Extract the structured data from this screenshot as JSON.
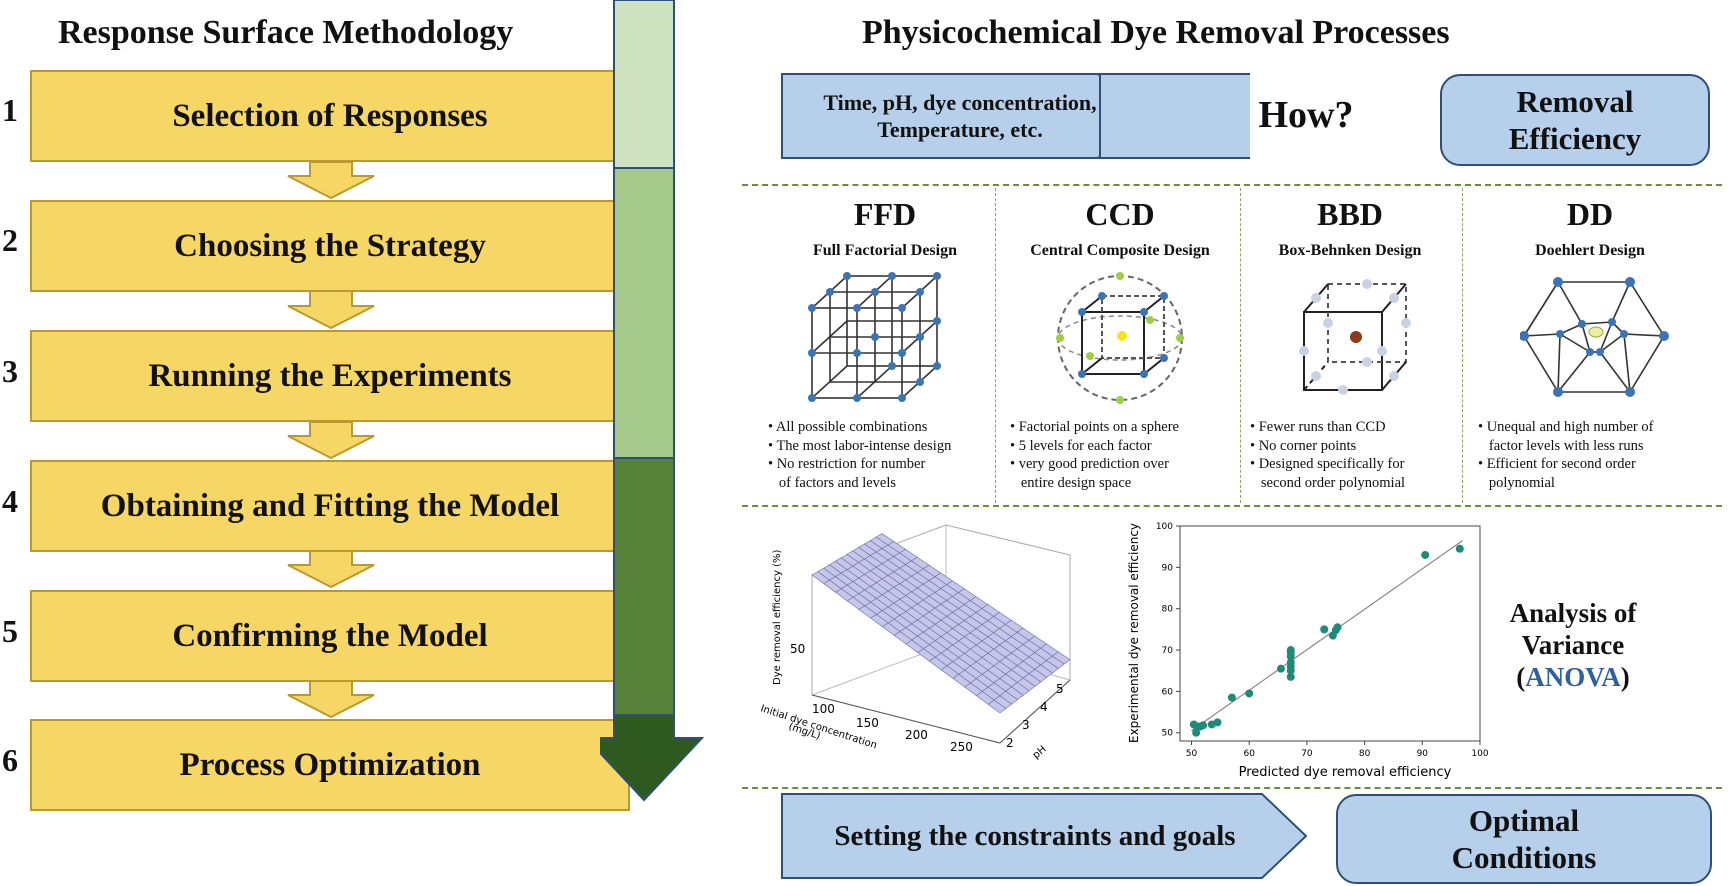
{
  "titles": {
    "left": "Response Surface Methodology",
    "right": "Physicochemical Dye Removal Processes"
  },
  "steps": [
    {
      "num": "1",
      "label": "Selection of Responses"
    },
    {
      "num": "2",
      "label": "Choosing the Strategy"
    },
    {
      "num": "3",
      "label": "Running the Experiments"
    },
    {
      "num": "4",
      "label": "Obtaining and Fitting the Model"
    },
    {
      "num": "5",
      "label": "Confirming the Model"
    },
    {
      "num": "6",
      "label": "Process Optimization"
    }
  ],
  "colors": {
    "step_fill": "#f6d766",
    "arrow_fill": "#f6d766",
    "bar_light": "#cfe2c0",
    "bar_mid": "#a6c98c",
    "bar_dark": "#58823a",
    "bar_darkest": "#2f5a1f",
    "blue_fill": "#b6cfea",
    "teal_points": "#1f8a78"
  },
  "top_row": {
    "factors_line1": "Time, pH, dye concentration,",
    "factors_line2": "Temperature, etc.",
    "how": "How?",
    "result_line1": "Removal",
    "result_line2": "Efficiency"
  },
  "designs": [
    {
      "abbr": "FFD",
      "full": "Full Factorial Design",
      "icon": "cube-grid-icon",
      "bullets": [
        "• All possible combinations",
        "• The most labor-intense design",
        "• No restriction for number",
        "   of factors and levels"
      ]
    },
    {
      "abbr": "CCD",
      "full": "Central Composite Design",
      "icon": "cube-sphere-icon",
      "bullets": [
        "• Factorial points on a sphere",
        "• 5 levels for each factor",
        "• very good prediction over",
        "   entire design space"
      ]
    },
    {
      "abbr": "BBD",
      "full": "Box-Behnken Design",
      "icon": "cube-edge-points-icon",
      "bullets": [
        "• Fewer runs than CCD",
        "• No corner points",
        "• Designed specifically for",
        "   second order polynomial"
      ]
    },
    {
      "abbr": "DD",
      "full": "Doehlert Design",
      "icon": "hexagon-network-icon",
      "bullets": [
        "• Unequal and high number of",
        "   factor levels with less runs",
        "• Efficient for second order",
        "   polynomial"
      ]
    }
  ],
  "surface_plot": {
    "zlabel": "Dye removal efficiency (%)",
    "xlabel_line1": "Initial dye concentration",
    "xlabel_line2": "(mg/L)",
    "ylabel": "pH",
    "z_tick": "50",
    "x_ticks": [
      "100",
      "150",
      "200",
      "250"
    ],
    "y_ticks": [
      "2",
      "3",
      "4",
      "5"
    ]
  },
  "chart_data": {
    "type": "scatter",
    "title": "",
    "xlabel": "Predicted dye removal efficiency",
    "ylabel": "Experimental dye removal efficiency",
    "xlim": [
      48,
      100
    ],
    "ylim": [
      48,
      100
    ],
    "x_ticks": [
      50,
      60,
      70,
      80,
      90,
      100
    ],
    "y_ticks": [
      50,
      60,
      70,
      80,
      90,
      100
    ],
    "grid": false,
    "fit_line": {
      "x": [
        50,
        97
      ],
      "y": [
        50.5,
        96.5
      ]
    },
    "series": [
      {
        "x": [
          50.4,
          50.8,
          51.0,
          51.5,
          52.0,
          53.5,
          54.5,
          57.0,
          60.0,
          65.5,
          67.2,
          67.2,
          67.2,
          67.2,
          67.2,
          67.2,
          67.2,
          73.0,
          74.5,
          75.0,
          75.3,
          90.5,
          96.5
        ],
        "y": [
          52.0,
          50.0,
          51.5,
          51.5,
          51.8,
          52.0,
          52.5,
          58.5,
          59.5,
          65.5,
          63.5,
          65.0,
          66.0,
          67.0,
          68.5,
          69.5,
          70.0,
          75.0,
          73.5,
          74.8,
          75.5,
          93.0,
          94.5
        ]
      }
    ]
  },
  "anova": {
    "line1": "Analysis of",
    "line2": "Variance",
    "paren_open": "(",
    "highlight": "ANOVA",
    "paren_close": ")"
  },
  "bottom_row": {
    "constraints": "Setting the constraints and goals",
    "optimal_line1": "Optimal",
    "optimal_line2": "Conditions"
  }
}
